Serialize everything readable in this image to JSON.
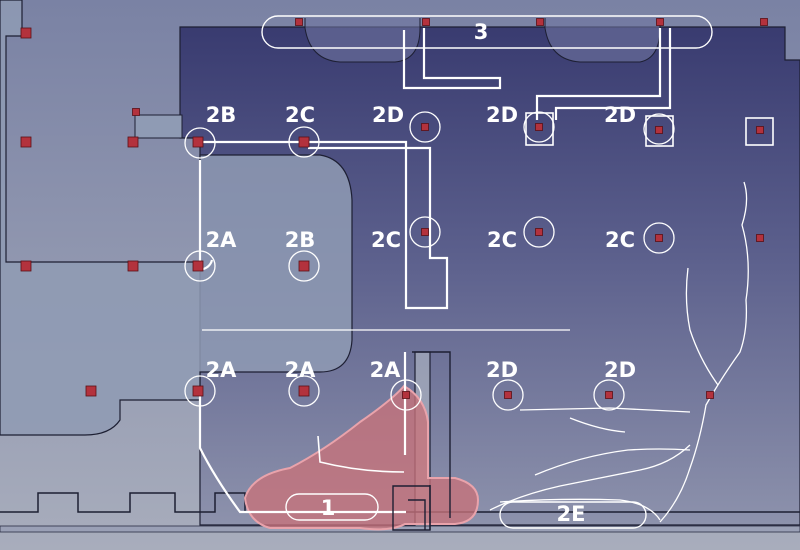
{
  "colors": {
    "background_top": "#7a82a4",
    "background_bottom": "#a8adbc",
    "dark_region": "#3d3f74",
    "light_region": "#8f9bb4",
    "outline": "#1d1f33",
    "white_path": "#ffffff",
    "marker_fill": "#b3323d",
    "marker_stroke": "#5a1016",
    "highlight_fill": "#c8727a",
    "highlight_stroke": "#e9a3ab"
  },
  "zone_labels": [
    "3",
    "2B",
    "2C",
    "2D",
    "2D",
    "2D",
    "2A",
    "2B",
    "2C",
    "2C",
    "2C",
    "2A",
    "2A",
    "2A",
    "2D",
    "2D",
    "1",
    "2E"
  ]
}
